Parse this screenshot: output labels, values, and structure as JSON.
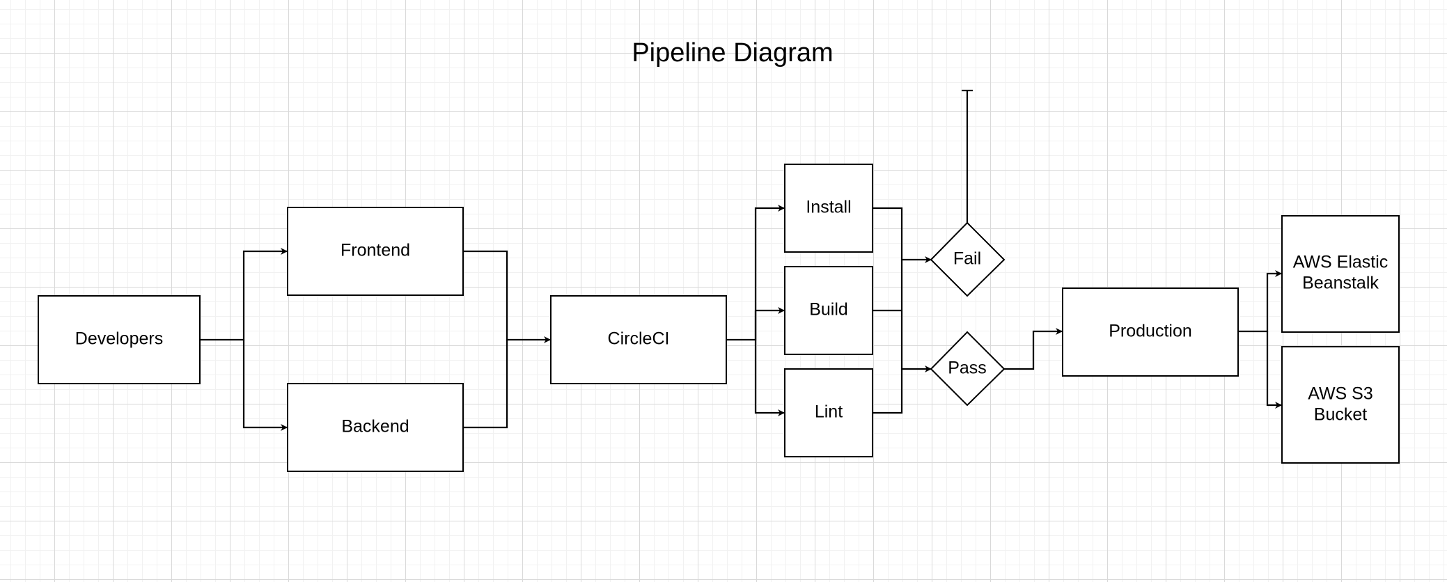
{
  "title": "Pipeline Diagram",
  "nodes": {
    "developers": "Developers",
    "frontend": "Frontend",
    "backend": "Backend",
    "circleci": "CircleCI",
    "install": "Install",
    "build": "Build",
    "lint": "Lint",
    "fail": "Fail",
    "pass": "Pass",
    "production": "Production",
    "aws_eb_line1": "AWS Elastic",
    "aws_eb_line2": "Beanstalk",
    "aws_s3_line1": "AWS S3",
    "aws_s3_line2": "Bucket"
  }
}
